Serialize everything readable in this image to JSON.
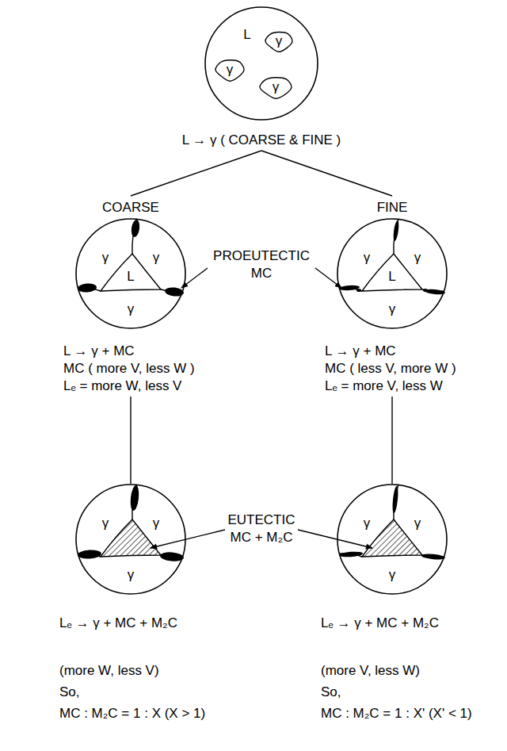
{
  "diagram": {
    "nodes": [
      {
        "text": [
          "L"
        ]
      },
      {
        "text": [
          "γ"
        ],
        "in": 0
      },
      {
        "text": [
          "γ"
        ],
        "in": 0
      },
      {
        "text": [
          "γ"
        ],
        "in": 0
      },
      {
        "text": [
          "L → γ ( COARSE & FINE )"
        ]
      },
      {
        "text": [
          "COARSE",
          "γ",
          "γ",
          "γ",
          "L"
        ]
      },
      {
        "text": [
          "FINE",
          "γ",
          "γ",
          "γ",
          "L"
        ]
      },
      {
        "text": [
          "L → γ + MC",
          "MC ( more V, less W )",
          "Lₑ = more W, less V"
        ]
      },
      {
        "text": [
          "L → γ + MC",
          "MC ( less V, more W )",
          "Lₑ = more V, less W"
        ]
      },
      {
        "text": [
          "γ",
          "γ",
          "γ"
        ]
      },
      {
        "text": [
          "γ",
          "γ",
          "γ"
        ]
      }
    ],
    "edges": [
      {
        "from": 4,
        "to": 5,
        "arrow": "none"
      },
      {
        "from": 4,
        "to": 6,
        "arrow": "none"
      },
      {
        "from": 7,
        "to": 9,
        "arrow": "none"
      },
      {
        "from": 8,
        "to": 10,
        "arrow": "none"
      }
    ],
    "labels": [
      "PROEUTECTIC MC",
      "EUTECTIC MC + M₂C",
      "Lₑ → γ + MC + M₂C",
      "(more W, less V)",
      "So,",
      "MC : M₂C = 1 : X (X > 1)",
      "Lₑ → γ + MC + M₂C",
      "(more V, less W)",
      "So,",
      "MC : M₂C = 1 : X' (X' < 1)"
    ]
  }
}
